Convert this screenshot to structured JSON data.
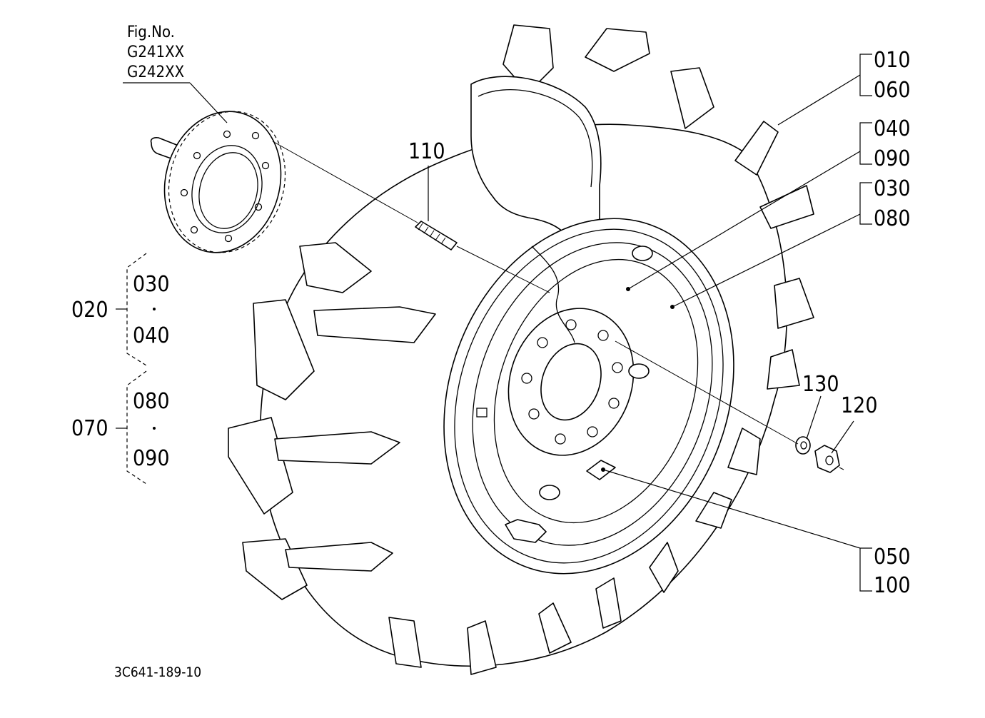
{
  "figure": {
    "fig_no_caption": "Fig.No.",
    "fig_no_codes": [
      "G241XX",
      "G242XX"
    ],
    "drawing_code": "3C641-189-10"
  },
  "labels": {
    "l010": "010",
    "l060": "060",
    "l040": "040",
    "l090": "090",
    "l030": "030",
    "l080": "080",
    "l110": "110",
    "l130": "130",
    "l120": "120",
    "l050": "050",
    "l100": "100"
  },
  "assemblies": [
    {
      "parent": "020",
      "children": [
        "030",
        "040"
      ]
    },
    {
      "parent": "070",
      "children": [
        "080",
        "090"
      ]
    }
  ]
}
